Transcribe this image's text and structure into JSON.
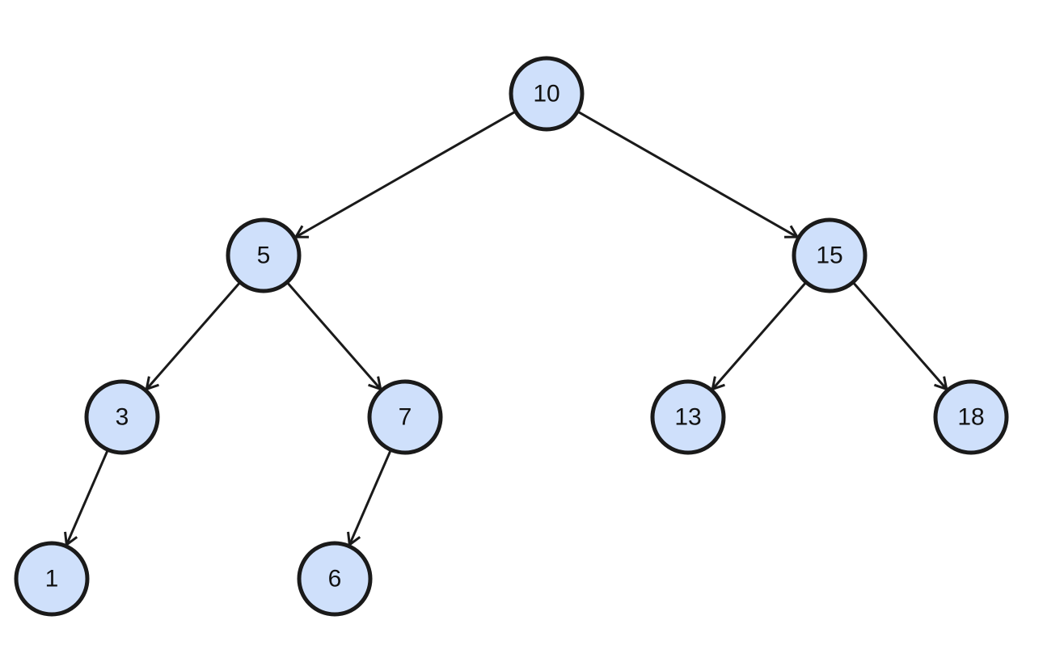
{
  "diagram": {
    "type": "binary-search-tree",
    "node_fill": "#cfe0fb",
    "node_stroke": "#1a1a1a",
    "edge_color": "#1a1a1a",
    "nodes": [
      {
        "id": "n10",
        "label": "10"
      },
      {
        "id": "n5",
        "label": "5"
      },
      {
        "id": "n15",
        "label": "15"
      },
      {
        "id": "n3",
        "label": "3"
      },
      {
        "id": "n7",
        "label": "7"
      },
      {
        "id": "n13",
        "label": "13"
      },
      {
        "id": "n18",
        "label": "18"
      },
      {
        "id": "n1",
        "label": "1"
      },
      {
        "id": "n6",
        "label": "6"
      }
    ],
    "edges": [
      {
        "from": "n10",
        "to": "n5"
      },
      {
        "from": "n10",
        "to": "n15"
      },
      {
        "from": "n5",
        "to": "n3"
      },
      {
        "from": "n5",
        "to": "n7"
      },
      {
        "from": "n15",
        "to": "n13"
      },
      {
        "from": "n15",
        "to": "n18"
      },
      {
        "from": "n3",
        "to": "n1"
      },
      {
        "from": "n7",
        "to": "n6"
      }
    ]
  }
}
